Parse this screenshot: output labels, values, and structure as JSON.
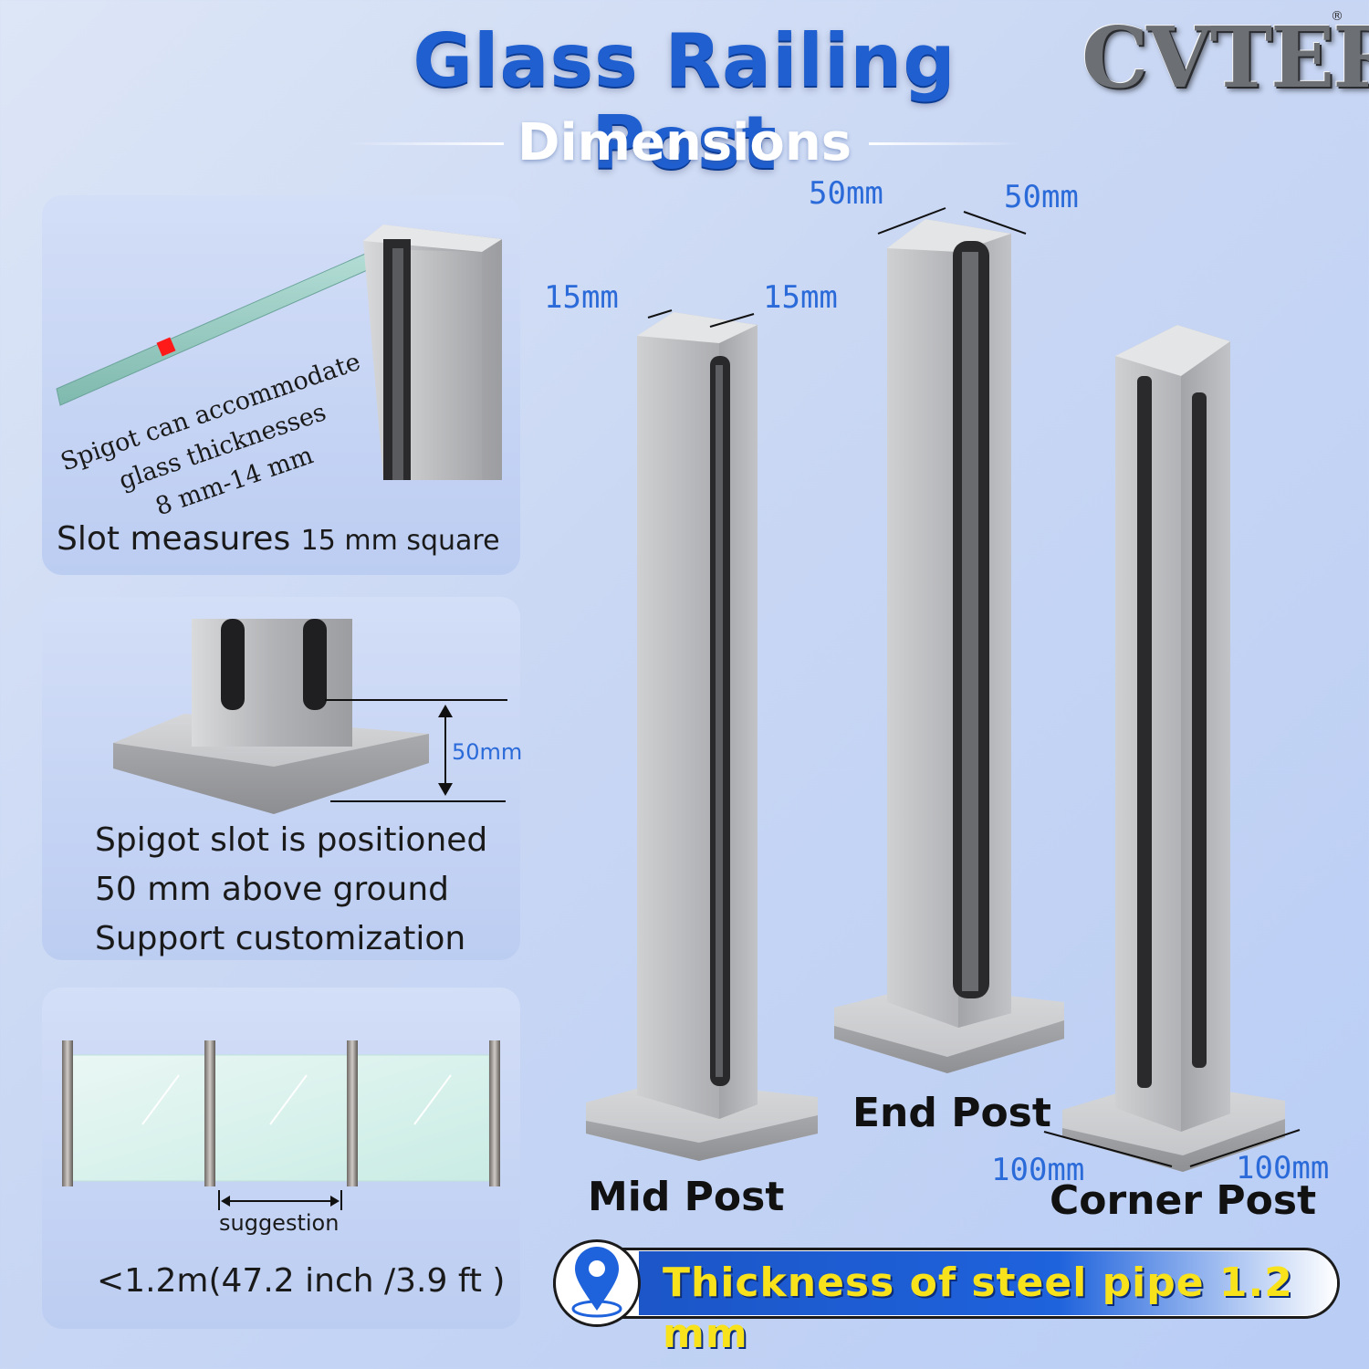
{
  "header": {
    "title": "Glass Railing Post",
    "subtitle": "Dimensions",
    "brand": "CVTER",
    "registered_mark": "®"
  },
  "panels": {
    "slot": {
      "glass_note_line1": "Spigot can accommodate",
      "glass_note_line2": "glass thicknesses",
      "glass_note_line3": "8 mm-14 mm",
      "caption_main": "Slot measures ",
      "caption_small": "15 mm square"
    },
    "height": {
      "dimension": "50mm",
      "line1": "Spigot slot is positioned",
      "line2": "50 mm above ground",
      "line3": "Support customization"
    },
    "spacing": {
      "suggestion": "suggestion",
      "value": "<1.2m(47.2 inch /3.9 ft )"
    }
  },
  "posts": {
    "mid": {
      "label": "Mid Post",
      "dim_left": "15mm",
      "dim_right": "15mm"
    },
    "end": {
      "label": "End Post",
      "dim_left": "50mm",
      "dim_right": "50mm"
    },
    "corner": {
      "label": "Corner Post",
      "dim_left": "100mm",
      "dim_right": "100mm"
    }
  },
  "banner": {
    "text": "Thickness of steel pipe 1.2 mm",
    "icon": "location-pin-icon"
  },
  "colors": {
    "title_blue": "#1f5fd0",
    "dimension_blue": "#2a6ad9",
    "banner_yellow": "#f7e21b",
    "steel": "#b8b9bc"
  }
}
